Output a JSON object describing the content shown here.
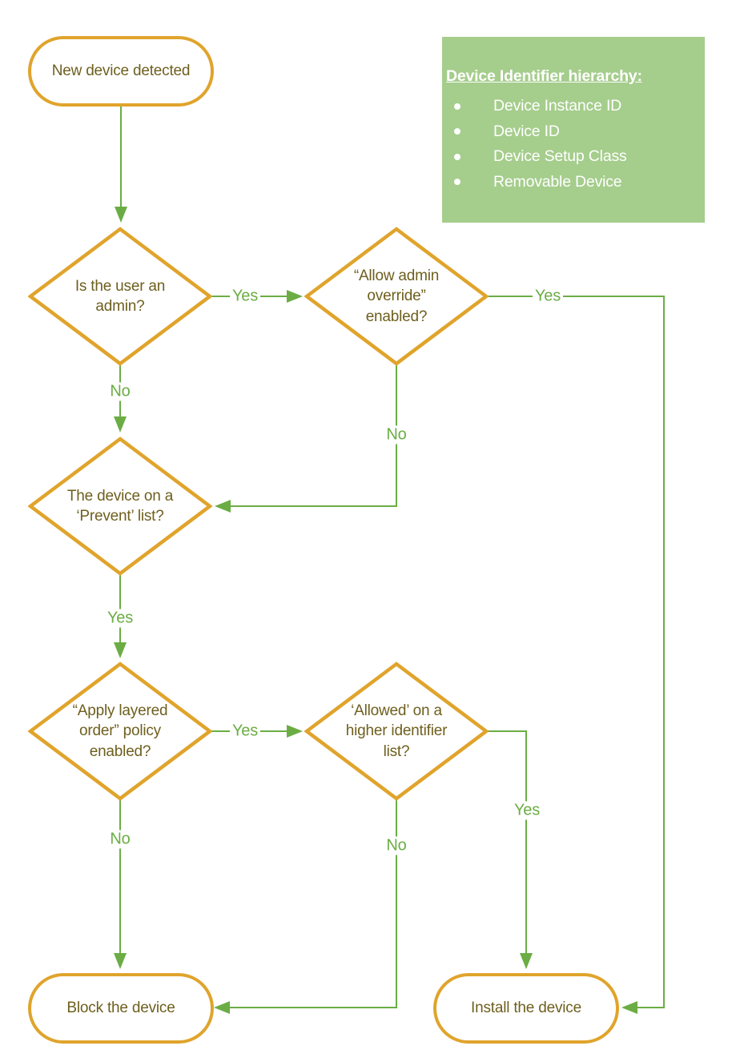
{
  "palette": {
    "orange": "#E0A42C",
    "green": "#6BAD44",
    "box_green": "#A5CD8C",
    "shape_text": "#6E5F1E"
  },
  "nodes": {
    "start": {
      "label": "New device detected"
    },
    "d1": {
      "label": "Is the user an\nadmin?"
    },
    "d2": {
      "label": "“Allow admin\noverride”\nenabled?"
    },
    "d3": {
      "label": "The device on a\n‘Prevent’ list?"
    },
    "d4": {
      "label": "“Apply layered\norder” policy\nenabled?"
    },
    "d5": {
      "label": "‘Allowed’ on a\nhigher identifier\nlist?"
    },
    "block": {
      "label": "Block the device"
    },
    "install": {
      "label": "Install the device"
    }
  },
  "edge_labels": {
    "d1_yes": "Yes",
    "d1_no": "No",
    "d2_yes": "Yes",
    "d2_no": "No",
    "d3_yes": "Yes",
    "d4_yes": "Yes",
    "d4_no": "No",
    "d5_yes": "Yes",
    "d5_no": "No"
  },
  "legend": {
    "title": "Device Identifier hierarchy:",
    "items": [
      "Device Instance ID",
      "Device ID",
      "Device Setup Class",
      "Removable Device"
    ]
  }
}
